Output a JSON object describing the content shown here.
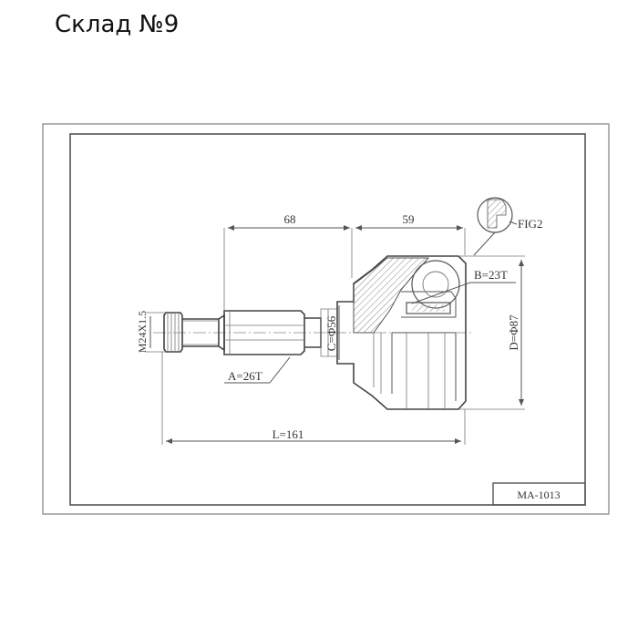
{
  "header": {
    "title": "Склад №9"
  },
  "drawing": {
    "dimensions": {
      "spline_length": "68",
      "bell_length": "59",
      "total_length": "L=161",
      "thread": "M24X1.5",
      "outer_spline": "A=26T",
      "seal_diameter": "C=Φ56",
      "inner_spline": "B=23T",
      "bell_diameter": "D=Φ87",
      "detail_label": "FIG2"
    },
    "part_number": "MA-1013"
  }
}
